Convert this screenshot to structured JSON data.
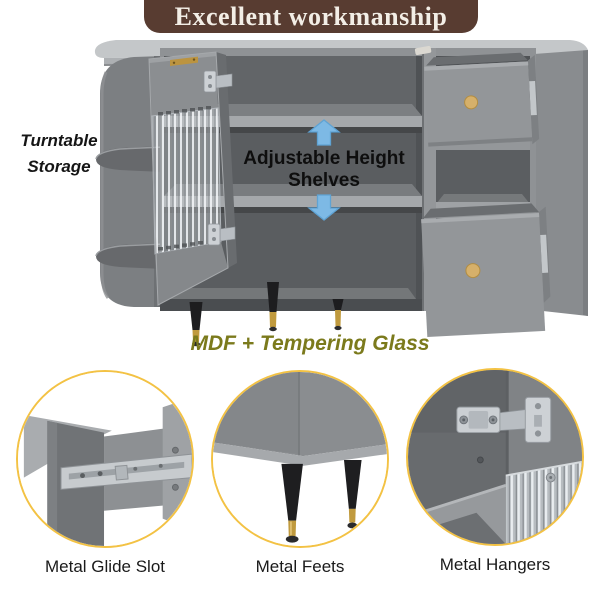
{
  "banner": {
    "title": "Excellent workmanship"
  },
  "callouts": {
    "turntable": "Turntable\nStorage",
    "adjustable_shelves": "Adjustable Height\nShelves",
    "material": "MDF + Tempering Glass"
  },
  "features": [
    {
      "id": "metal-glide-slot",
      "label": "Metal Glide Slot"
    },
    {
      "id": "metal-feet",
      "label": "Metal Feets"
    },
    {
      "id": "metal-hangers",
      "label": "Metal Hangers"
    }
  ],
  "icons": {
    "up_arrow": "blue-up-arrow",
    "down_arrow": "blue-down-arrow"
  },
  "colors": {
    "banner_bg": "#583c31",
    "banner_text": "#f3eee6",
    "arrow_blue": "#7db9e5",
    "arrow_blue_edge": "#5fa3d4",
    "material_text": "#7b7a1c",
    "circle_ring": "#f3c244",
    "gold_accent": "#c09a3e",
    "cabinet_gray": "#8e9194"
  }
}
